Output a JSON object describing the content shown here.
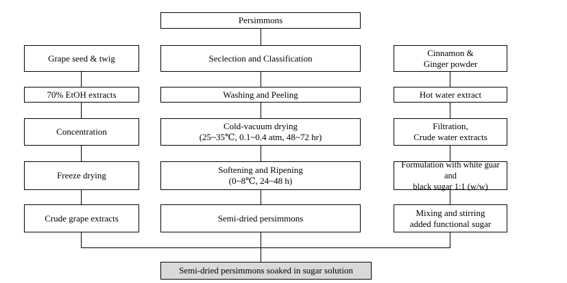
{
  "top": "Persimmons",
  "left": [
    "Grape seed & twig",
    "70% EtOH extracts",
    "Concentration",
    "Freeze drying",
    "Crude grape extracts"
  ],
  "center": [
    [
      "Seclection and Classification"
    ],
    [
      "Washing and Peeling"
    ],
    [
      "Cold-vacuum drying",
      "(25~35℃, 0.1~0.4 atm, 48~72 hr)"
    ],
    [
      "Softening and Ripening",
      "(0~8℃, 24~48 h)"
    ],
    [
      "Semi-dried persimmons"
    ]
  ],
  "right": [
    [
      "Cinnamon &",
      "Ginger powder"
    ],
    [
      "Hot water extract"
    ],
    [
      "Filtration,",
      "Crude water extracts"
    ],
    [
      "Formulation with white guar and",
      "black sugar 1:1 (w/w)"
    ],
    [
      "Mixing and stirring",
      "added functional sugar"
    ]
  ],
  "final": "Semi-dried persimmons soaked in sugar solution"
}
